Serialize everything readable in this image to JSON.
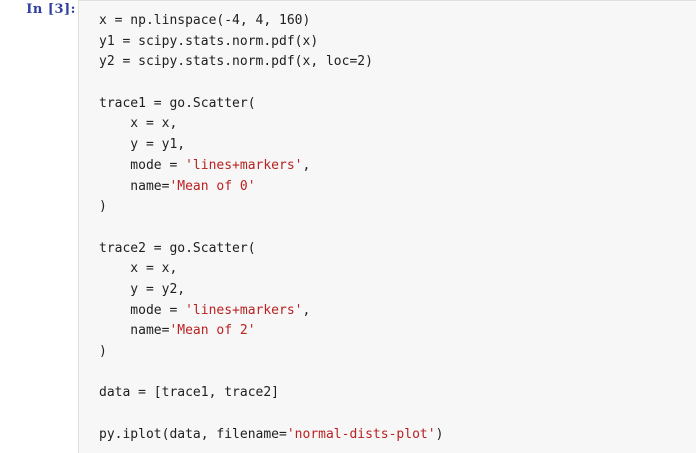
{
  "cell": {
    "prompt": "In [3]:",
    "lines": [
      [
        {
          "t": "x = np.linspace(-4, 4, 160)"
        }
      ],
      [
        {
          "t": "y1 = scipy.stats.norm.pdf(x)"
        }
      ],
      [
        {
          "t": "y2 = scipy.stats.norm.pdf(x, loc=2)"
        }
      ],
      [],
      [
        {
          "t": "trace1 = go.Scatter("
        }
      ],
      [
        {
          "t": "    x = x,"
        }
      ],
      [
        {
          "t": "    y = y1,"
        }
      ],
      [
        {
          "t": "    mode = "
        },
        {
          "t": "'lines+markers'",
          "s": 1
        },
        {
          "t": ","
        }
      ],
      [
        {
          "t": "    name="
        },
        {
          "t": "'Mean of 0'",
          "s": 1
        }
      ],
      [
        {
          "t": ")"
        }
      ],
      [],
      [
        {
          "t": "trace2 = go.Scatter("
        }
      ],
      [
        {
          "t": "    x = x,"
        }
      ],
      [
        {
          "t": "    y = y2,"
        }
      ],
      [
        {
          "t": "    mode = "
        },
        {
          "t": "'lines+markers'",
          "s": 1
        },
        {
          "t": ","
        }
      ],
      [
        {
          "t": "    name="
        },
        {
          "t": "'Mean of 2'",
          "s": 1
        }
      ],
      [
        {
          "t": ")"
        }
      ],
      [],
      [
        {
          "t": "data = [trace1, trace2]"
        }
      ],
      [],
      [
        {
          "t": "py.iplot(data, filename="
        },
        {
          "t": "'normal-dists-plot'",
          "s": 1
        },
        {
          "t": ")"
        }
      ]
    ]
  }
}
